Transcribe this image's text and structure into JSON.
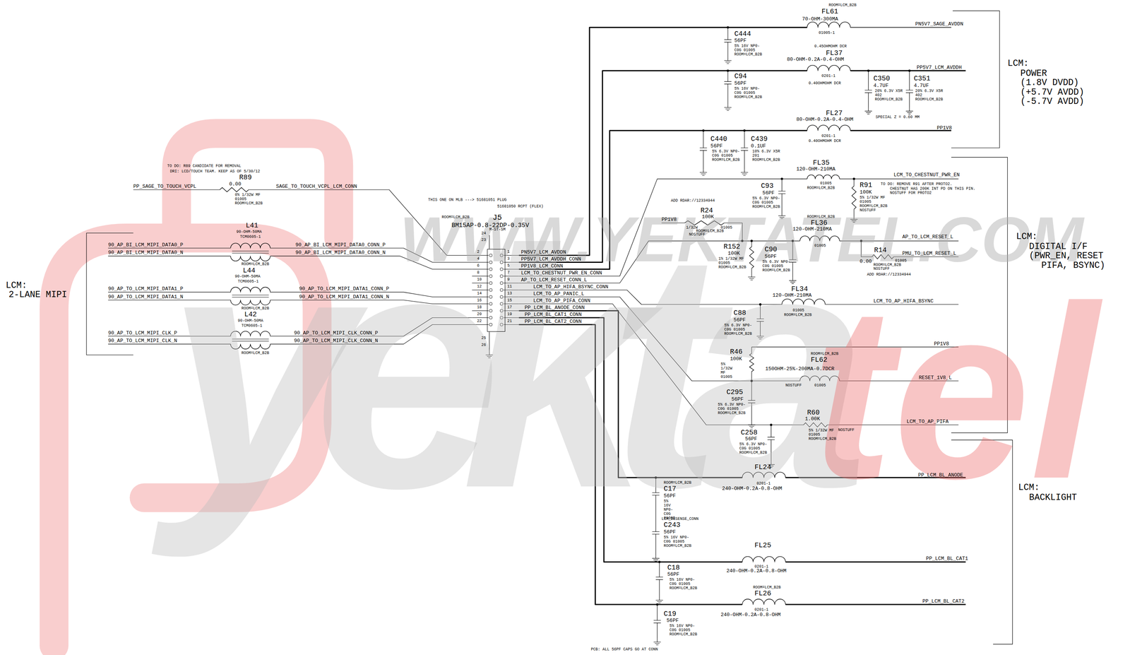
{
  "diagram": {
    "nodes": [
      {
        "text": [
          "J5",
          "BM15AP-0.8-22DP-0.35V"
        ]
      }
    ],
    "labels": [
      "TO DO: R89 CANDIDATE FOR REMOVAL",
      "DRI: LCD/TOUCH TEAM. KEEP AS OF 5/30/12",
      "R89",
      "0.00",
      "PP_SAGE_TO_TOUCH_VCPL",
      "SAGE_TO_TOUCH_VCPL_LCM_CONN",
      "0% 1/32W MF 01005 ROOM=LCM_B2B",
      "L41",
      "90-OHM-50MA",
      "TCM0605-1",
      "90_AP_BI_LCM_MIPI_DATA0_P",
      "90_AP_BI_LCM_MIPI_DATA0_N",
      "90_AP_BI_LCM_MIPI_DATA0_CONN_P",
      "90_AP_BI_LCM_MIPI_DATA0_CONN_N",
      "ROOM=LCM_B2B",
      "L44",
      "90-OHM-50MA",
      "TCM0605-1",
      "90_AP_TO_LCM_MIPI_DATA1_P",
      "90_AP_TO_LCM_MIPI_DATA1_N",
      "90_AP_TO_LCM_MIPI_DATA1_CONN_P",
      "90_AP_TO_LCM_MIPI_DATA1_CONN_N",
      "ROOM=LCM_B2B",
      "L42",
      "90-OHM-50MA",
      "TCM0605-1",
      "90_AP_TO_LCM_MIPI_CLK_P",
      "90_AP_TO_LCM_MIPI_CLK_N",
      "90_AP_TO_LCM_MIPI_CLK_CONN_P",
      "90_AP_TO_LCM_MIPI_CLK_CONN_N",
      "ROOM=LCM_B2B",
      "LCM:",
      "2-LANE MIPI",
      "THIS ONE ON MLB ---> 51681051 PLUG",
      "51681050 RCPT (FLEX)",
      "ROOM=LCM_B2B",
      "M-ST-SM",
      "24",
      "23",
      "2",
      "1",
      "4",
      "3",
      "6",
      "5",
      "8",
      "7",
      "10",
      "9",
      "12",
      "11",
      "14",
      "13",
      "16",
      "15",
      "18",
      "17",
      "20",
      "19",
      "22",
      "21",
      "25",
      "26",
      "PN5V7_LCM_AVDDN",
      "PP5V7_LCM_AVDDH_CONN",
      "PP1V8_LCM_CONN",
      "LCM_TO_CHESTNUT_PWR_EN_CONN",
      "AP_TO_LCM_RESET_CONN_L",
      "LCM_TO_AP_HIFA_BSYNC_CONN",
      "LCM_TO_AP_PANIC_L",
      "LCM_TO_AP_PIFA_CONN",
      "PP_LCM_BL_ANODE_CONN",
      "PP_LCM_BL_CAT1_CONN",
      "PP_LCM_BL_CAT2_CONN",
      "ROOM=LCM_B2B",
      "FL61",
      "70-OHM-300MA",
      "01005-1",
      "PN5V7_SAGE_AVDDN",
      "C444",
      "56PF",
      "5% 16V NP0-C0G 01005 ROOM=LCM_B2B",
      "0.45OHMOHM DCR",
      "FL37",
      "80-OHM-0.2A-0.4-OHM",
      "0201-1",
      "0.40OHMOHM DCR",
      "PP5V7_LCM_AVDDH",
      "C94",
      "56PF",
      "5% 16V NP0-C0G 01005 ROOM=LCM_B2B",
      "C350",
      "4.7UF",
      "20% 6.3V X5R 402 ROOM=LCM_B2B",
      "C351",
      "4.7UF",
      "20% 6.3V X5R 402 ROOM=LCM_B2B",
      "SPECIAL Z = 0.60 MM",
      "FL27",
      "80-OHM-0.2A-0.4-OHM",
      "0201-1",
      "0.40OHMOHM DCR",
      "PP1V8",
      "C440",
      "56PF",
      "5% 6.3V NP0-C0G 01005 ROOM=LCM_B2B",
      "C439",
      "0.1UF",
      "10% 6.3V X5R 201 ROOM=LCM_B2B",
      "LCM:",
      "POWER",
      "(1.8V DVDD)",
      "(+5.7V AVDD)",
      "(-5.7V AVDD)",
      "FL35",
      "120-OHM-210MA",
      "01005",
      "ROOM=LCM_B2B",
      "LCM_TO_CHESTNUT_PWR_EN",
      "C93",
      "56PF",
      "5% 6.3V NP0-C0G 01005 ROOM=LCM_B2B",
      "R91",
      "100K",
      "5% 1/32W MF 01005 ROOM=LCM_B2B NOSTUFF",
      "TO DO: REMOVE R91 AFTER PROTO2.",
      "CHESTNUT HAS 200K INT PD ON THIS PIN.",
      "NOSTUFF FOR PROTO2",
      "ADD RDAR://12334944",
      "R24",
      "100K",
      "PP1V8",
      "1/32W",
      "01005",
      "ROOM=LCM_B2B",
      "NOSTUFF",
      "FL36",
      "120-OHM-210MA",
      "ROOM=LCM_B2B",
      "01005",
      "AP_TO_LCM_RESET_L",
      "R152",
      "100K",
      "1% 1/32W MF 01005 ROOM=LCM_B2B",
      "C90",
      "56PF",
      "5% 6.3V NP0-C0G 01005 ROOM=LCM_B2B",
      "R14",
      "0.00",
      "01005",
      "PMU_TO_LCM_RESET_L",
      "ROOM=LCM_B2B",
      "NOSTUFF",
      "ADD RDAR://12334944",
      "FL34",
      "120-OHM-210MA",
      "01005",
      "ROOM=LCM_B2B",
      "LCM_TO_AP_HIFA_BSYNC",
      "C88",
      "56PF",
      "5% 6.3V NP0-C0G 01005 ROOM=LCM_B2B",
      "PP1V8",
      "R46",
      "100K",
      "5% 1/32W MF 01005",
      "ROOM=LCM_B2B",
      "FL62",
      "150OHM-25%-200MA-0.7DCR",
      "NOSTUFF",
      "01005",
      "RESET_1V8_L",
      "C295",
      "56PF",
      "5% 6.3V NP0-C0G 01005 ROOM=LCM_B2B",
      "R60",
      "1.00K",
      "5% 1/32W MF 01005 ROOM=LCM_B2B",
      "NOSTUFF",
      "LCM_TO_AP_PIFA",
      "C258",
      "56PF",
      "5% 6.3V NP0-C0G 01005 ROOM=LCM_B2B",
      "LCM:",
      "DIGITAL I/F",
      "(PWR_EN, RESET",
      "PIFA, BSYNC)",
      "FL24",
      "0201-1",
      "240-OHM-0.2A-0.8-OHM",
      "PP_LCM_BL_ANODE",
      "ROOM=LCM_B2B",
      "C17",
      "56PF",
      "5% 16V NP0-C0G 01005",
      "LCM_DESENSE_CONN",
      "C243",
      "56PF",
      "5% 16V NP0-C0G 01005 ROOM=LCM_B2B",
      "FL25",
      "0201-1",
      "240-OHM-0.2A-0.8-OHM",
      "PP_LCM_BL_CAT1",
      "C18",
      "56PF",
      "5% 16V NP0-C0G 01005 ROOM=LCM_B2B",
      "ROOM=LCM_B2B",
      "FL26",
      "0201-1",
      "240-OHM-0.2A-0.8-OHM",
      "PP_LCM_BL_CAT2",
      "C19",
      "56PF",
      "5% 16V NP0-C0G 01005 ROOM=LCM_B2B",
      "PCB: ALL 56PF CAPS GO AT CONN",
      "LCM:",
      "BACKLIGHT",
      "WWW.YEKTATEL.COM",
      "yekta",
      "tel"
    ]
  }
}
